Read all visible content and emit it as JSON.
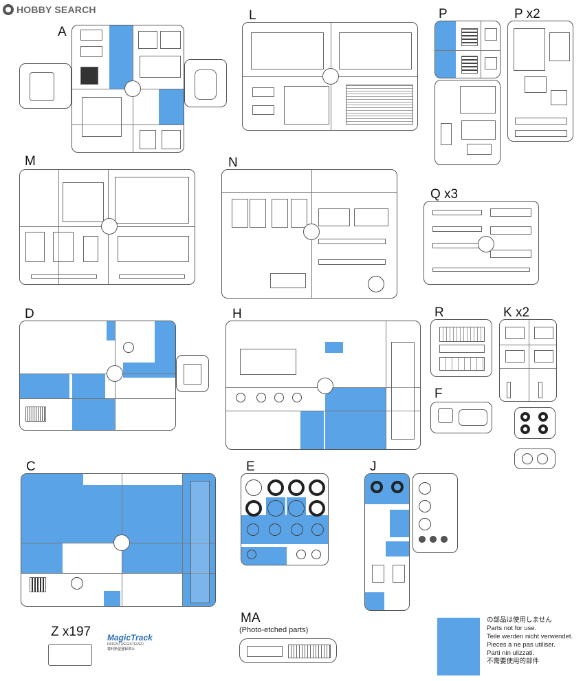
{
  "watermark": {
    "text": "HOBBY SEARCH"
  },
  "sprues": [
    {
      "key": "A",
      "label": "A"
    },
    {
      "key": "L",
      "label": "L"
    },
    {
      "key": "P",
      "label": "P"
    },
    {
      "key": "P2",
      "label": "P x2"
    },
    {
      "key": "M",
      "label": "M"
    },
    {
      "key": "N",
      "label": "N"
    },
    {
      "key": "Q",
      "label": "Q x3"
    },
    {
      "key": "D",
      "label": "D"
    },
    {
      "key": "H",
      "label": "H"
    },
    {
      "key": "R",
      "label": "R"
    },
    {
      "key": "K",
      "label": "K x2"
    },
    {
      "key": "F",
      "label": "F"
    },
    {
      "key": "C",
      "label": "C"
    },
    {
      "key": "E",
      "label": "E"
    },
    {
      "key": "J",
      "label": "J"
    },
    {
      "key": "Z",
      "label": "Z x197"
    },
    {
      "key": "MA",
      "label": "MA"
    }
  ],
  "ma_subtitle": "(Photo-etched parts)",
  "magic_track": {
    "brand": "MagicTrack",
    "registered": "PATENT REGISTERED",
    "jp": "専利新型登録済み"
  },
  "legend": {
    "color": "#5aa3e6",
    "lines": [
      "の部品は使用しません",
      "Parts not for use.",
      "Teile werden nicht verwendet.",
      "Pieces a ne pas utiliser.",
      "Parti nin ulizzati.",
      "不需要使用的部件"
    ]
  },
  "colors": {
    "unused_parts": "#5aa3e6",
    "outline": "#555555"
  }
}
